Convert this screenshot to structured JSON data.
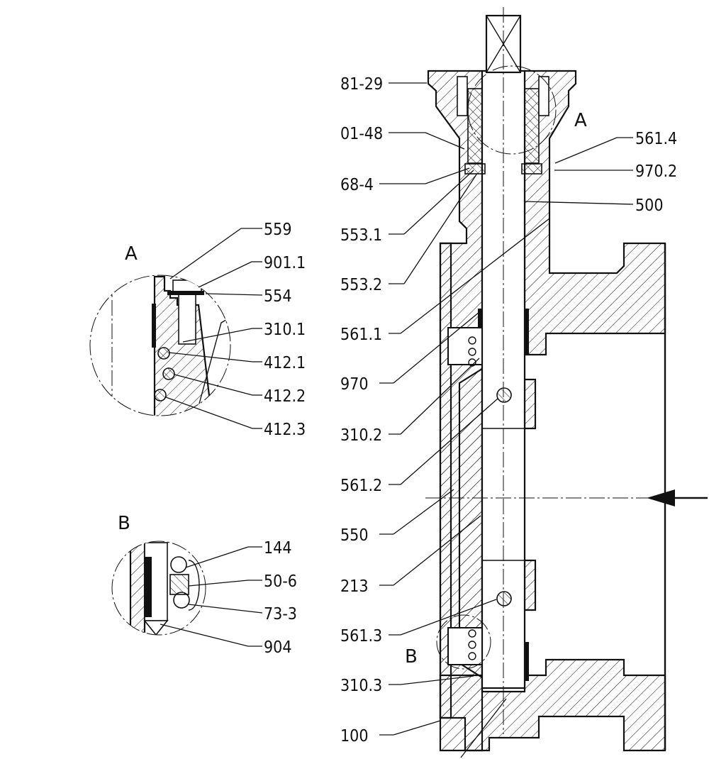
{
  "views": {
    "detail_a": {
      "title": "A"
    },
    "detail_b": {
      "title": "B"
    },
    "main": {
      "mark_a": "A",
      "mark_b": "B"
    }
  },
  "labels": {
    "p81_29": "81-29",
    "p01_48": "01-48",
    "p68_4": "68-4",
    "p553_1": "553.1",
    "p553_2": "553.2",
    "p561_1": "561.1",
    "p970": "970",
    "p310_2": "310.2",
    "p561_2": "561.2",
    "p550": "550",
    "p213": "213",
    "p561_3": "561.3",
    "p310_3": "310.3",
    "p100": "100",
    "p561_4": "561.4",
    "p970_2": "970.2",
    "p500": "500",
    "p559": "559",
    "p901_1": "901.1",
    "p554": "554",
    "p310_1": "310.1",
    "p412_1": "412.1",
    "p412_2": "412.2",
    "p412_3": "412.3",
    "p144": "144",
    "p50_6": "50-6",
    "p73_3": "73-3",
    "p904": "904"
  }
}
